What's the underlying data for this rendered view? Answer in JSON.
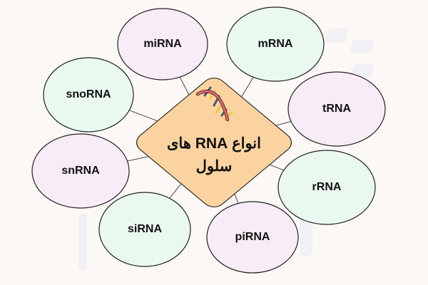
{
  "center": {
    "line1": "انواع RNA های",
    "line2": "سلول"
  },
  "nodes": [
    "miRNA",
    "mRNA",
    "snoRNA",
    "tRNA",
    "snRNA",
    "rRNA",
    "siRNA",
    "piRNA"
  ],
  "colors": {
    "pink": "#f8ecf6",
    "green": "#eaf9ef",
    "center": "#fbd3a0",
    "stroke": "#222222"
  }
}
